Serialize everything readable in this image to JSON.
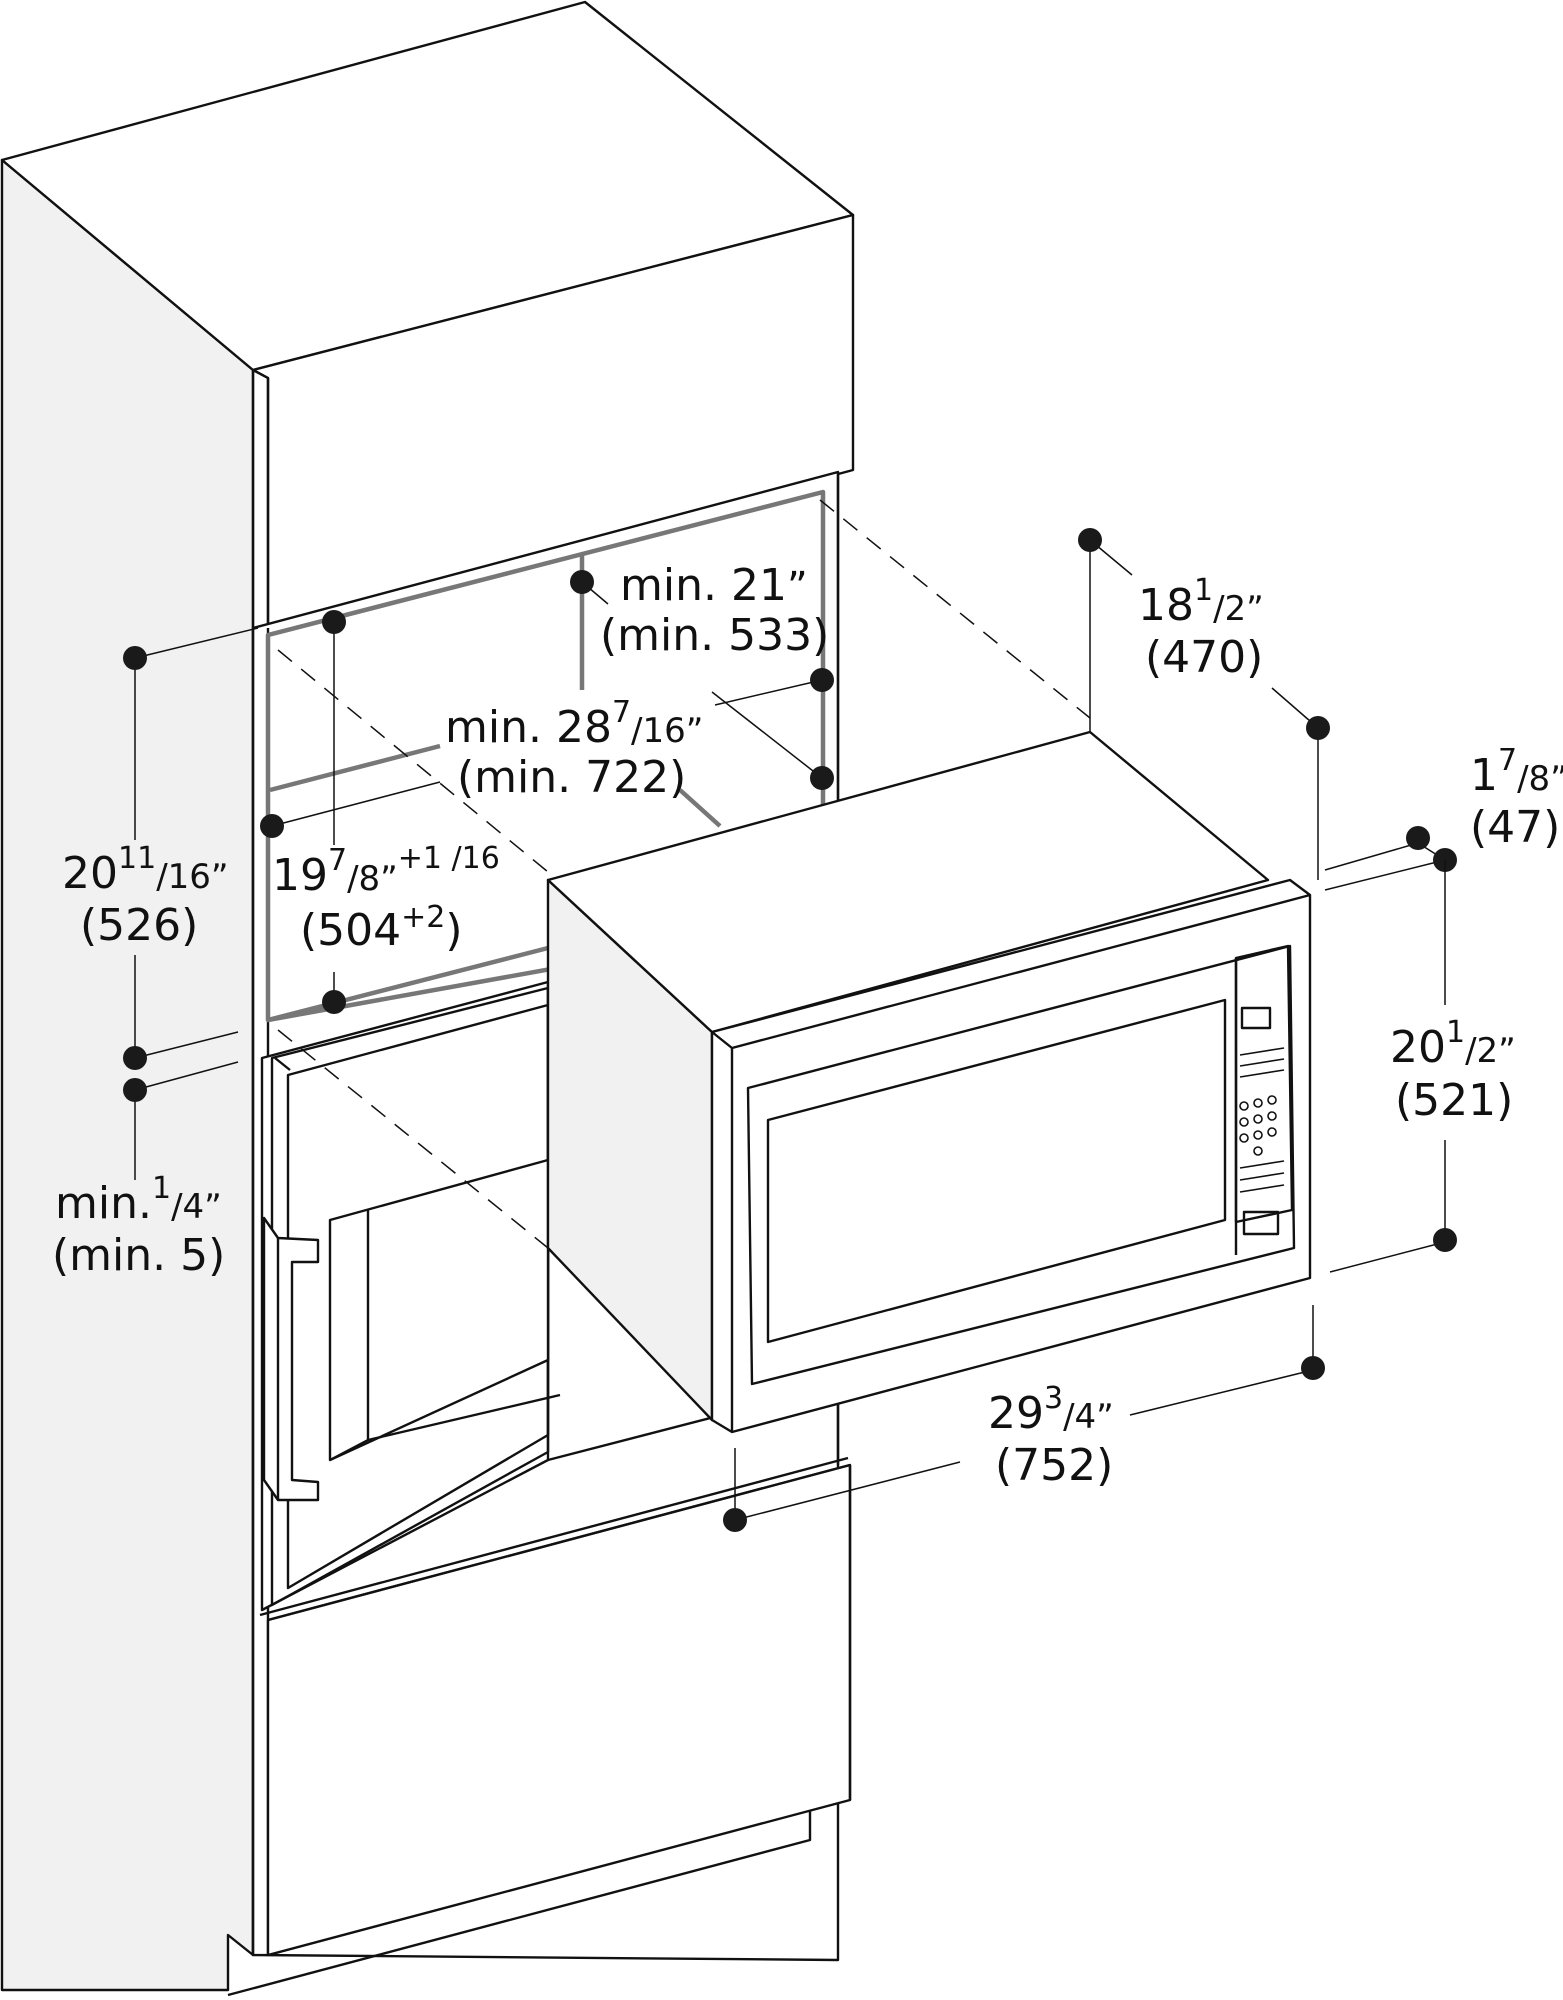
{
  "dimensions": {
    "top_depth": {
      "main": "18",
      "sup": "1",
      "sub": "/2”",
      "metric": "(470)"
    },
    "frame_offset": {
      "main": "1",
      "sup": "7",
      "sub": "/8”",
      "metric": "(47)"
    },
    "trim_height": {
      "main": "20",
      "sup": "1",
      "sub": "/2”",
      "metric": "(521)"
    },
    "trim_width": {
      "main": "29",
      "sup": "3",
      "sub": "/4”",
      "metric": "(752)"
    },
    "cutout_height_total": {
      "main": "20",
      "sup": "11",
      "sub": "/16”",
      "metric": "(526)"
    },
    "gap_below": {
      "main": "min.",
      "sup": "1",
      "sub": "/4”",
      "metric": "(min. 5)"
    },
    "cutout_height": {
      "main": "19",
      "sup": "7",
      "sub": "/8”",
      "tol": "+1 /16",
      "metric": "(504",
      "metric_tol": "+2",
      "metric_close": ")"
    },
    "cutout_width": {
      "main": "min. 28",
      "sup": "7",
      "sub": "/16”",
      "metric": "(min. 722)"
    },
    "cutout_depth": {
      "main": "min. 21",
      "sub": "”",
      "metric": "(min. 533)"
    }
  }
}
